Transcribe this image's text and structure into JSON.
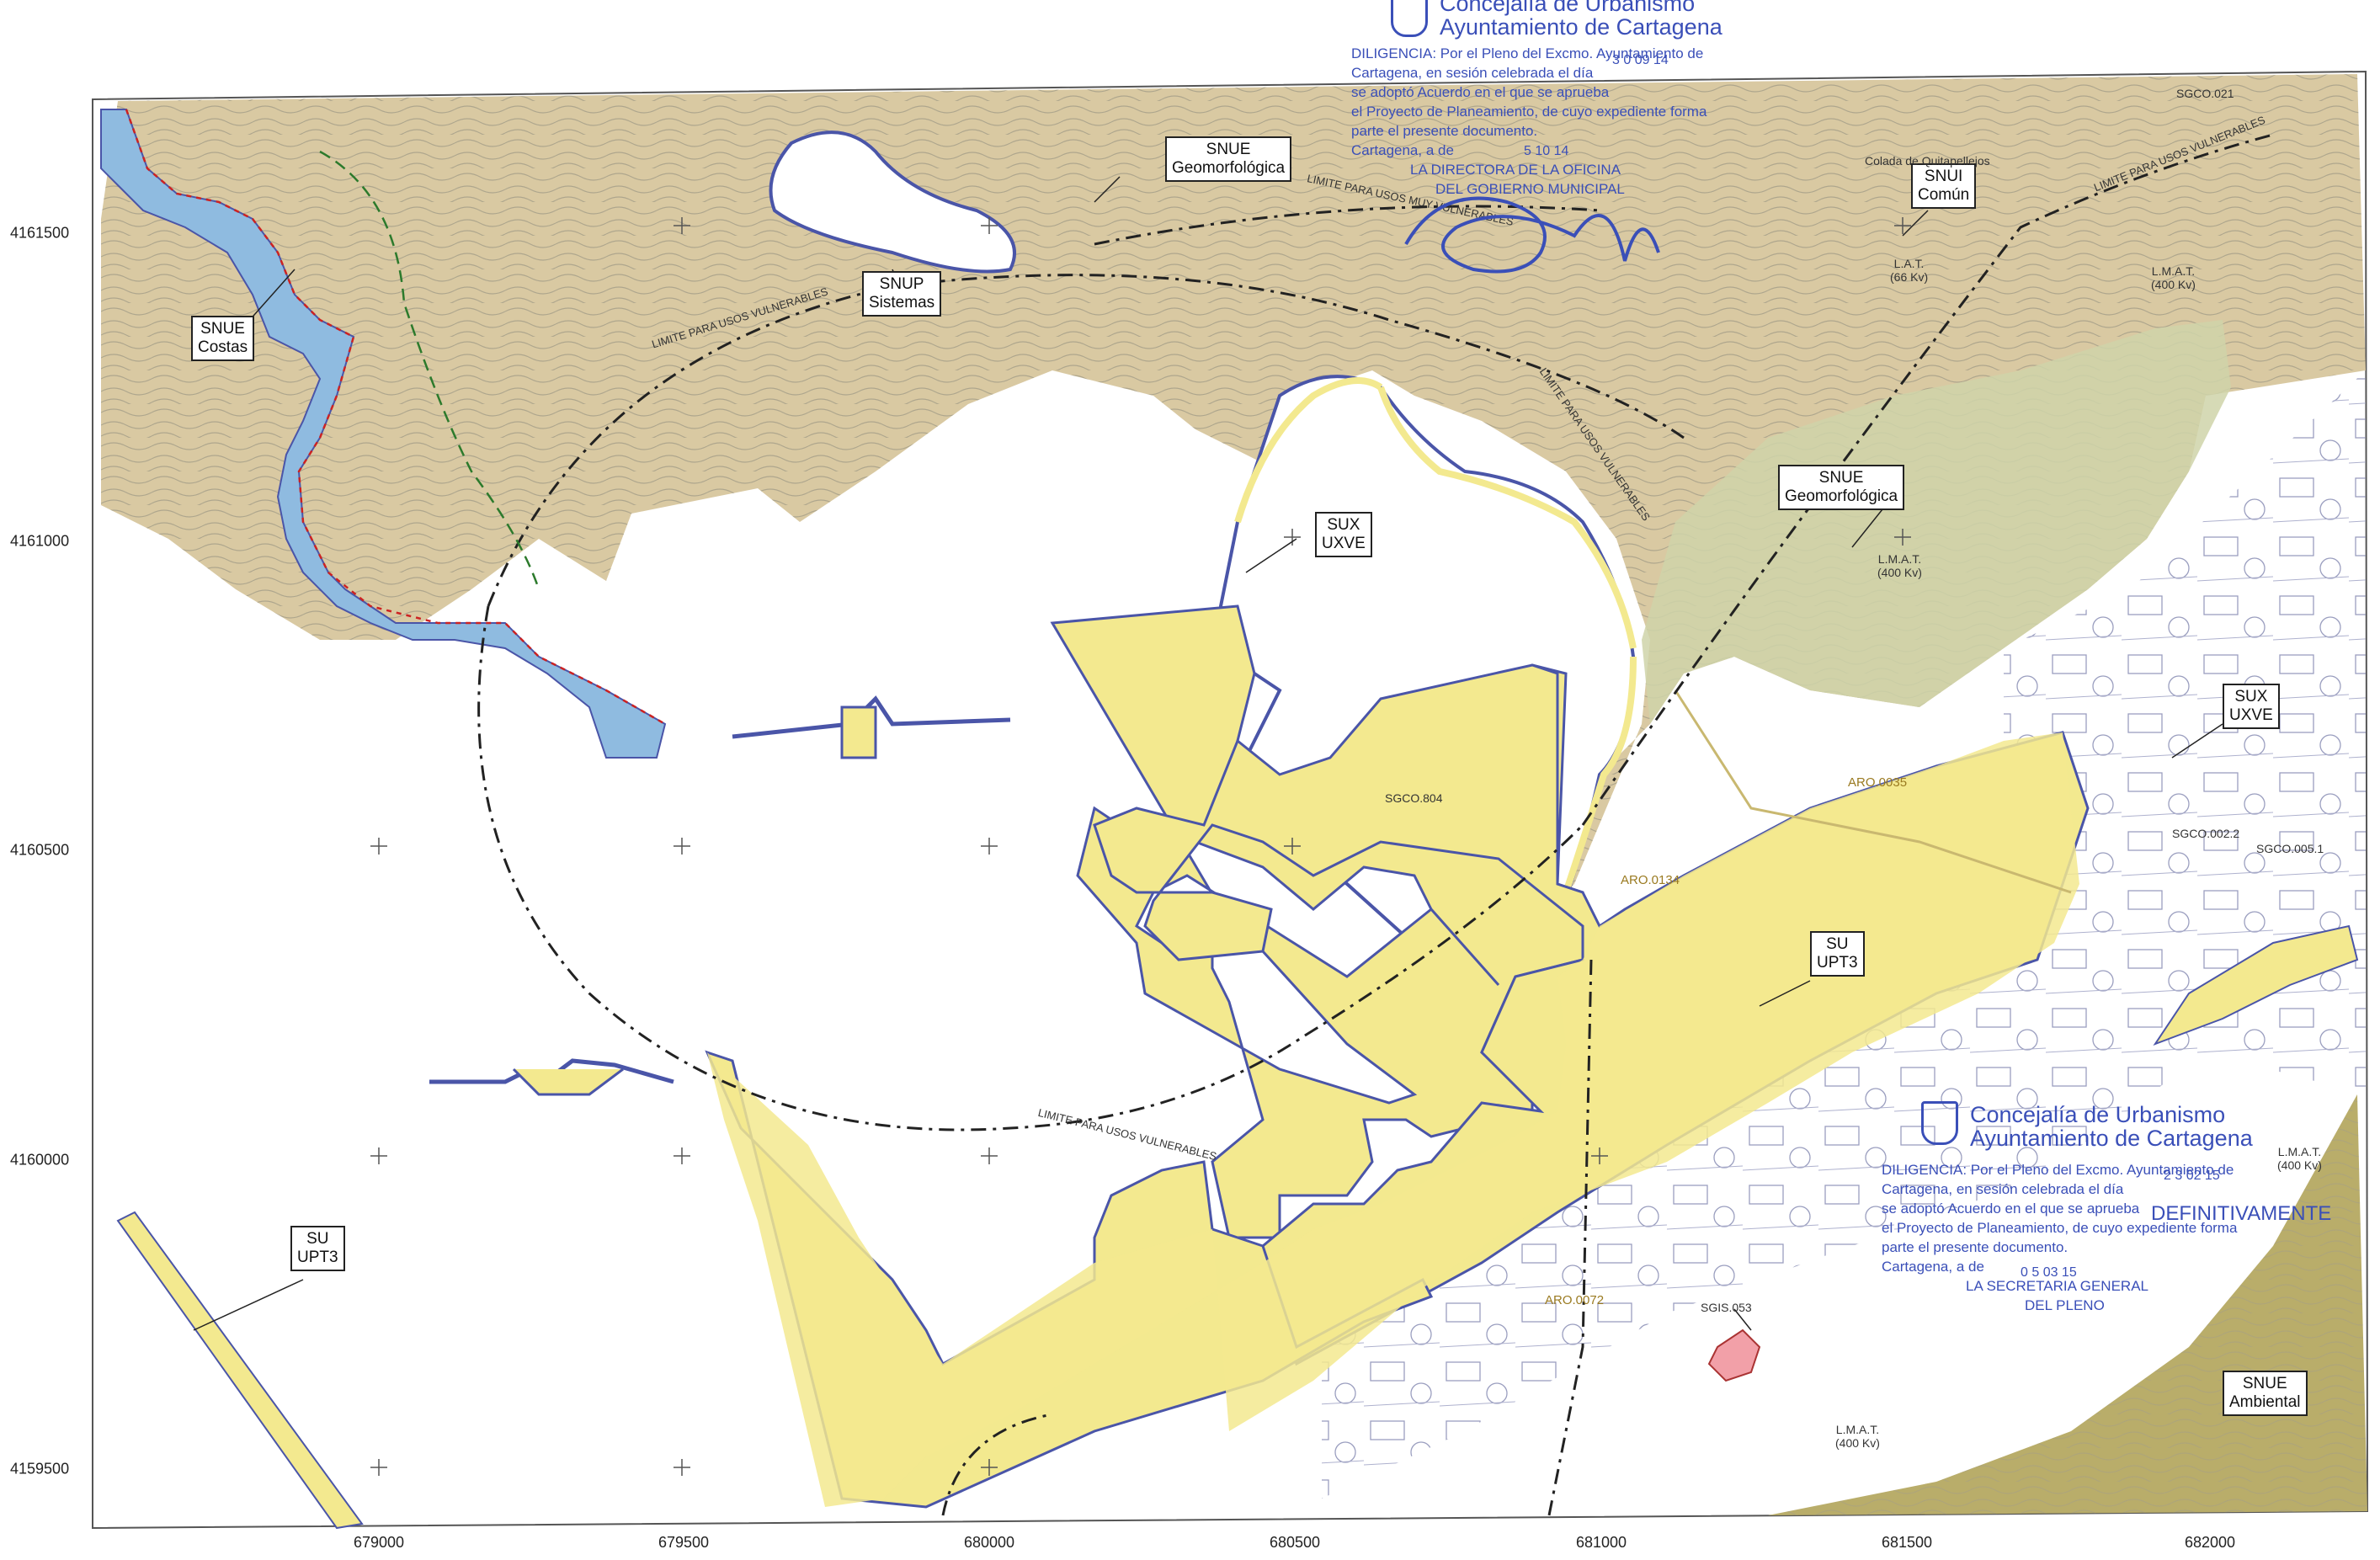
{
  "zones": [
    {
      "id": "snue-costas",
      "line1": "SNUE",
      "line2": "Costas"
    },
    {
      "id": "snue-geo-north",
      "line1": "SNUE",
      "line2": "Geomorfológica"
    },
    {
      "id": "snup-sistemas",
      "line1": "SNUP",
      "line2": "Sistemas"
    },
    {
      "id": "snui-comun",
      "line1": "SNUI",
      "line2": "Común"
    },
    {
      "id": "snue-geo-east",
      "line1": "SNUE",
      "line2": "Geomorfológica"
    },
    {
      "id": "sux-uxve-center",
      "line1": "SUX",
      "line2": "UXVE"
    },
    {
      "id": "sux-uxve-east",
      "line1": "SUX",
      "line2": "UXVE"
    },
    {
      "id": "su-upt3-center",
      "line1": "SU",
      "line2": "UPT3"
    },
    {
      "id": "su-upt3-west",
      "line1": "SU",
      "line2": "UPT3"
    },
    {
      "id": "snue-ambiental",
      "line1": "SNUE",
      "line2": "Ambiental"
    }
  ],
  "x_axis": [
    "679000",
    "679500",
    "680000",
    "680500",
    "681000",
    "681500",
    "682000"
  ],
  "y_axis": [
    "4161500",
    "4161000",
    "4160500",
    "4160000",
    "4159500"
  ],
  "line_labels": {
    "limit_vulnerable": "LIMITE PARA USOS VULNERABLES",
    "limit_very_vulnerable": "LIMITE PARA USOS MUY VULNERABLES"
  },
  "annotations": [
    {
      "id": "colada",
      "lines": [
        "Colada de Quitapellejos"
      ]
    },
    {
      "id": "sgco021",
      "lines": [
        "SGCO.021"
      ]
    },
    {
      "id": "lat66",
      "lines": [
        "L.A.T.",
        "(66 Kv)"
      ]
    },
    {
      "id": "lmat400-a",
      "lines": [
        "L.M.A.T.",
        "(400 Kv)"
      ]
    },
    {
      "id": "lmat400-b",
      "lines": [
        "L.M.A.T.",
        "(400 Kv)"
      ]
    },
    {
      "id": "lmat400-c",
      "lines": [
        "L.M.A.T.",
        "(400 Kv)"
      ]
    },
    {
      "id": "lmat400-d",
      "lines": [
        "L.M.A.T.",
        "(400 Kv)"
      ]
    },
    {
      "id": "sgco804",
      "lines": [
        "SGCO.804"
      ]
    },
    {
      "id": "sgco0022",
      "lines": [
        "SGCO.002.2"
      ]
    },
    {
      "id": "sgco0051",
      "lines": [
        "SGCO.005.1"
      ]
    },
    {
      "id": "sgis053",
      "lines": [
        "SGIS.053"
      ]
    }
  ],
  "aro_labels": [
    {
      "id": "aro0035",
      "text": "ARO.0035"
    },
    {
      "id": "aro0134",
      "text": "ARO.0134"
    },
    {
      "id": "aro0072",
      "text": "ARO.0072"
    }
  ],
  "stamp_top": {
    "line0": "Concejalía de Urbanismo",
    "line1": "Ayuntamiento de Cartagena",
    "lines": [
      "DILIGENCIA: Por el Pleno del Excmo. Ayuntamiento de",
      "Cartagena, en sesión celebrada el día",
      "se adoptó Acuerdo en el que se aprueba",
      "el Proyecto de Planeamiento, de cuyo expediente forma",
      "parte el presente documento.",
      "Cartagena, a        de",
      "LA DIRECTORA DE LA OFICINA",
      "DEL GOBIERNO MUNICIPAL"
    ],
    "date1": "3 0 09 14",
    "date2": "5 10 14"
  },
  "stamp_bottom": {
    "line0": "Concejalía de Urbanismo",
    "line1": "Ayuntamiento de Cartagena",
    "lines": [
      "DILIGENCIA: Por el Pleno del Excmo. Ayuntamiento de",
      "Cartagena, en sesión celebrada el día",
      "se adoptó Acuerdo en el que se aprueba",
      "el Proyecto de Planeamiento, de cuyo expediente forma",
      "parte el presente documento.",
      "Cartagena, a        de",
      "LA SECRETARIA GENERAL",
      "DEL PLENO"
    ],
    "date1": "2 3 02 15",
    "definitive": "DEFINITIVAMENTE",
    "date2": "0 5 03 15"
  },
  "colors": {
    "yellow_zone": "#f3e98f",
    "terrain": "#d9c9a2",
    "terrain_east": "#cfd3a9",
    "sea": "#8fbbe0",
    "boundary": "#4a55a8",
    "contour": "#9a9a8c",
    "stamp_blue": "#3a4fb8",
    "ambient": "#b9ad6a",
    "pink_site": "#f2a0a8"
  }
}
